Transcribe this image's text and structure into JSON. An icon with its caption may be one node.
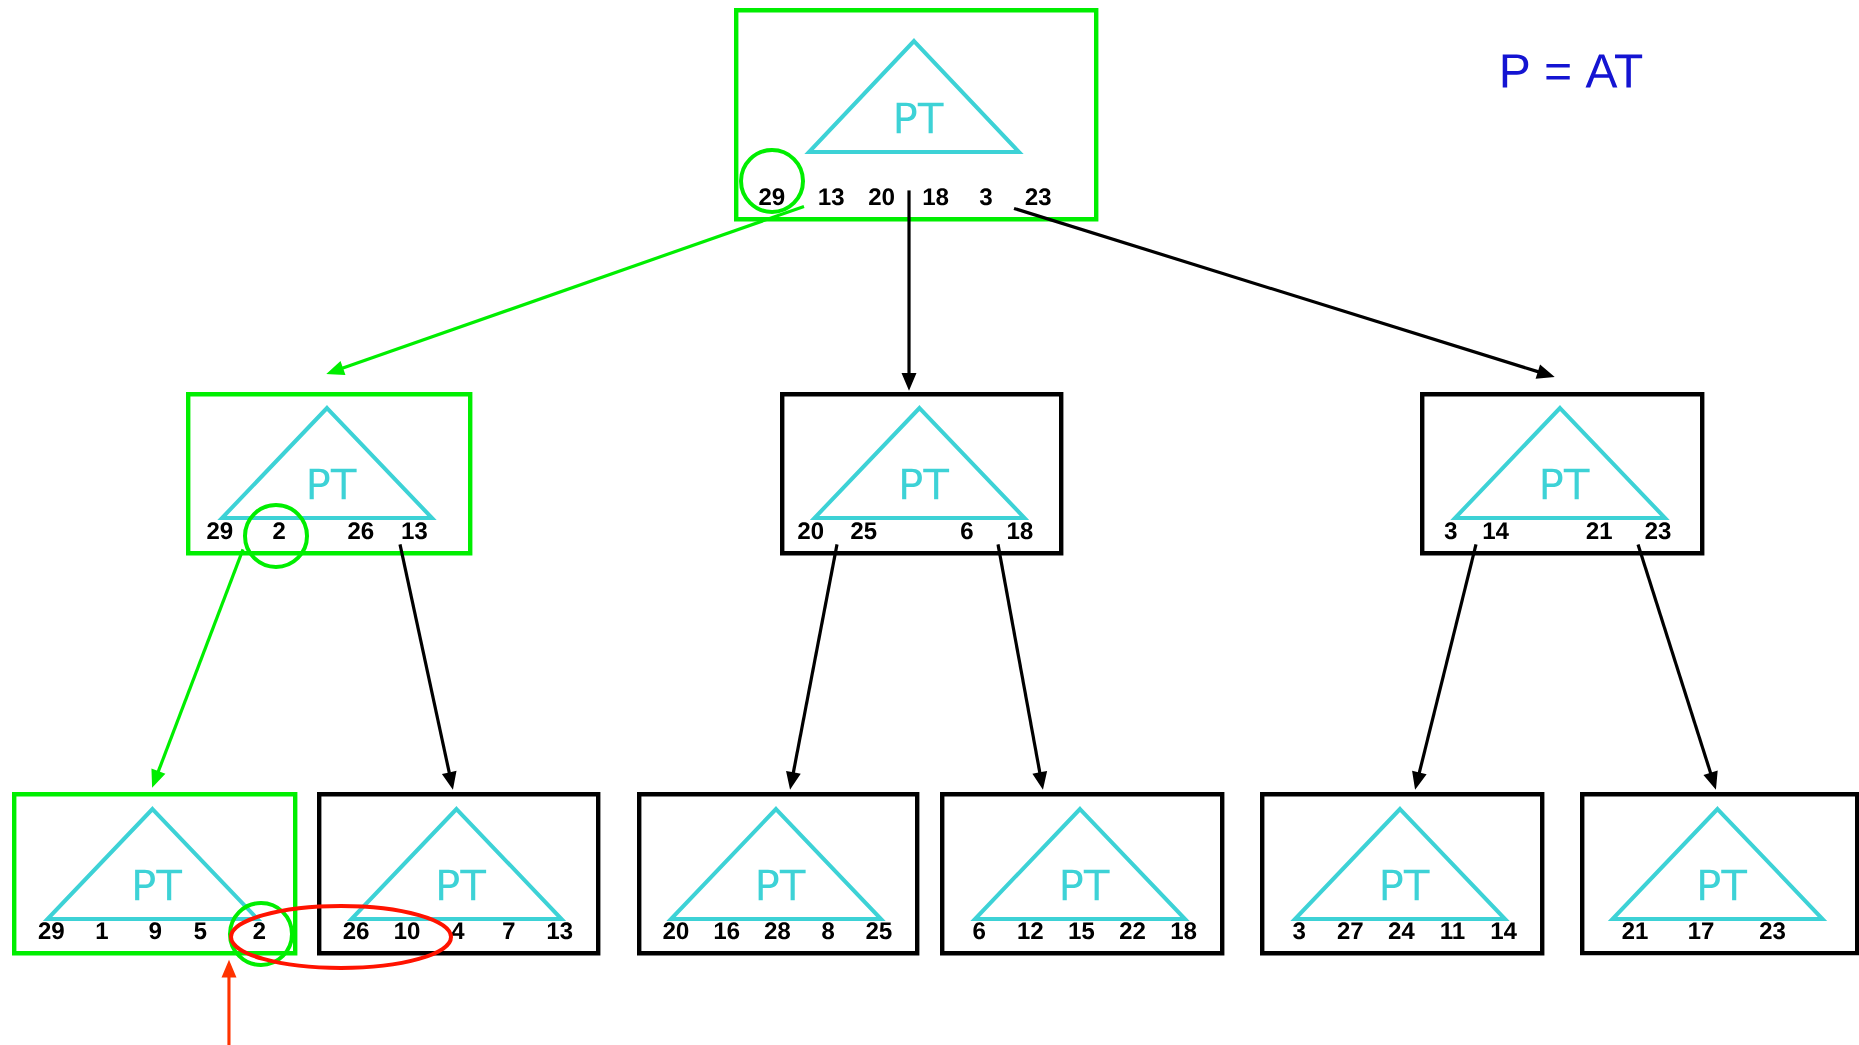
{
  "diagram": {
    "nodes": [
      {
        "text": [
          "29",
          "13",
          "20",
          "18",
          "3",
          "23"
        ]
      },
      {
        "text": [
          "PT"
        ],
        "in": 0
      },
      {
        "text": [
          "29",
          "2",
          "26",
          "13"
        ]
      },
      {
        "text": [
          "PT"
        ],
        "in": 2
      },
      {
        "text": [
          "20",
          "25",
          "6",
          "18"
        ]
      },
      {
        "text": [
          "PT"
        ],
        "in": 4
      },
      {
        "text": [
          "3",
          "14",
          "21",
          "23"
        ]
      },
      {
        "text": [
          "PT"
        ],
        "in": 6
      },
      {
        "text": [
          "29",
          "1",
          "9",
          "5",
          "2"
        ]
      },
      {
        "text": [
          "PT"
        ],
        "in": 8
      },
      {
        "text": [
          "26",
          "10",
          "4",
          "7",
          "13"
        ]
      },
      {
        "text": [
          "PT"
        ],
        "in": 10
      },
      {
        "text": [
          "20",
          "16",
          "28",
          "8",
          "25"
        ]
      },
      {
        "text": [
          "PT"
        ],
        "in": 12
      },
      {
        "text": [
          "6",
          "12",
          "15",
          "22",
          "18"
        ]
      },
      {
        "text": [
          "PT"
        ],
        "in": 14
      },
      {
        "text": [
          "3",
          "27",
          "24",
          "11",
          "14"
        ]
      },
      {
        "text": [
          "PT"
        ],
        "in": 16
      },
      {
        "text": [
          "21",
          "17",
          "23"
        ]
      },
      {
        "text": [
          "PT"
        ],
        "in": 18
      }
    ],
    "edges": [
      {
        "from": 0,
        "to": 2,
        "arrow": "to",
        "color": "#00ee00"
      },
      {
        "from": 0,
        "to": 4,
        "arrow": "to"
      },
      {
        "from": 0,
        "to": 6,
        "arrow": "to"
      },
      {
        "from": 2,
        "to": 8,
        "arrow": "to",
        "color": "#00ee00"
      },
      {
        "from": 2,
        "to": 10,
        "arrow": "to"
      },
      {
        "from": 4,
        "to": 12,
        "arrow": "to"
      },
      {
        "from": 4,
        "to": 14,
        "arrow": "to"
      },
      {
        "from": 6,
        "to": 16,
        "arrow": "to"
      },
      {
        "from": 6,
        "to": 18,
        "arrow": "to"
      },
      {
        "from": null,
        "to": 8,
        "arrow": "to",
        "color": "#ff3300"
      }
    ],
    "labels": [
      "P = AT"
    ]
  }
}
